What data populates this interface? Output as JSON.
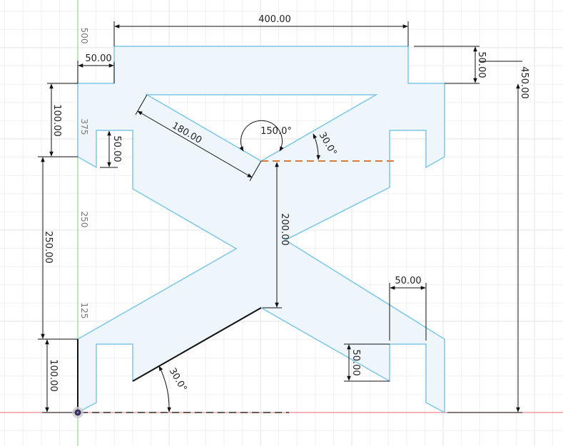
{
  "colors": {
    "profile_fill": "#eef6fb",
    "profile_stroke": "#7cc7e6",
    "axis_y": "#8fd48f",
    "axis_x": "#e88a8a",
    "construction": "#d97a3c",
    "constraint": "#111111"
  },
  "ruler": {
    "r500": "500",
    "r375": "375",
    "r250": "250",
    "r125": "125"
  },
  "dimensions": {
    "top_width": "400.00",
    "left_step": "50.00",
    "right_step_height": "50.00",
    "total_height": "450.00",
    "upper_left_height": "100.00",
    "inner_notch_height": "50.00",
    "slant_length": "180.00",
    "apex_angle": "150.0°",
    "slant_angle_top": "30.0°",
    "center_height": "200.00",
    "middle_left_height": "250.00",
    "bottom_right_notch_width": "50.00",
    "bottom_right_notch_height": "50.00",
    "bottom_left_height": "100.00",
    "slant_angle_bottom": "30.0°"
  },
  "icons": {
    "origin": "origin-point-icon"
  }
}
